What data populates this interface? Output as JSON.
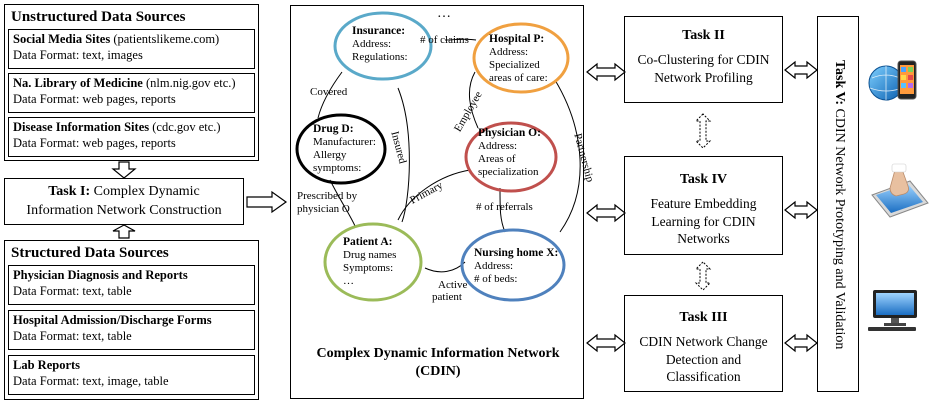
{
  "unstructured": {
    "title": "Unstructured Data Sources",
    "items": [
      {
        "name_bold": "Social Media Sites",
        "name_rest": " (patientslikeme.com)",
        "format": "Data Format: text, images"
      },
      {
        "name_bold": "Na. Library of Medicine",
        "name_rest": " (nlm.nig.gov etc.)",
        "format": "Data Format: web pages, reports"
      },
      {
        "name_bold": "Disease Information Sites",
        "name_rest": " (cdc.gov etc.)",
        "format": "Data Format: web pages, reports"
      }
    ]
  },
  "task1": {
    "label": "Task I:",
    "line1": " Complex Dynamic",
    "line2": "Information Network Construction"
  },
  "structured": {
    "title": "Structured Data Sources",
    "items": [
      {
        "name": "Physician Diagnosis and Reports",
        "format": "Data Format: text, table"
      },
      {
        "name": "Hospital Admission/Discharge Forms",
        "format": "Data Format: text, table"
      },
      {
        "name": "Lab Reports",
        "format": "Data Format: text, image, table"
      }
    ]
  },
  "cdin": {
    "caption1": "Complex Dynamic Information Network",
    "caption2": "(CDIN)",
    "ellipsis_top": "…",
    "nodes": {
      "insurance": {
        "title": "Insurance:",
        "l1": "Address:",
        "l2": "Regulations:"
      },
      "hospital": {
        "title": "Hospital P:",
        "l1": "Address:",
        "l2": "Specialized",
        "l3": "areas of care:"
      },
      "drug": {
        "title": "Drug D:",
        "l1": "Manufacturer:",
        "l2": "Allergy",
        "l3": "symptoms:"
      },
      "physician": {
        "title": "Physician O:",
        "l1": "Address:",
        "l2": "Areas of",
        "l3": "specialization"
      },
      "patient": {
        "title": "Patient A:",
        "l1": "Drug names",
        "l2": "Symptoms:",
        "l3": "…"
      },
      "nursing": {
        "title": "Nursing home X:",
        "l1": "Address:",
        "l2": "# of beds:"
      }
    },
    "edges": {
      "claims": "# of claims",
      "covered": "Covered",
      "insured": "Insured",
      "employee": "Employee",
      "partnership": "Partnership",
      "primary": "Primary",
      "prescribed1": "Prescribed by",
      "prescribed2": "physician O",
      "referrals": "# of referrals",
      "active1": "Active",
      "active2": "patient"
    },
    "colors": {
      "insurance": "#5aa9c9",
      "hospital": "#f0a040",
      "drug": "#000000",
      "physician": "#c0504d",
      "patient": "#9bbb59",
      "nursing": "#4f81bd"
    }
  },
  "task2": {
    "title": "Task II",
    "l1": "Co-Clustering for CDIN",
    "l2": "Network Profiling"
  },
  "task4": {
    "title": "Task IV",
    "l1": "Feature Embedding",
    "l2": "Learning for CDIN",
    "l3": "Networks"
  },
  "task3": {
    "title": "Task III",
    "l1": "CDIN Network Change",
    "l2": "Detection and",
    "l3": "Classification"
  },
  "task5": {
    "text": "Task V: CDIN Network Prototyping and Validation"
  },
  "icons": [
    "globe-phone-icon",
    "tablet-hand-icon",
    "desktop-computer-icon"
  ]
}
